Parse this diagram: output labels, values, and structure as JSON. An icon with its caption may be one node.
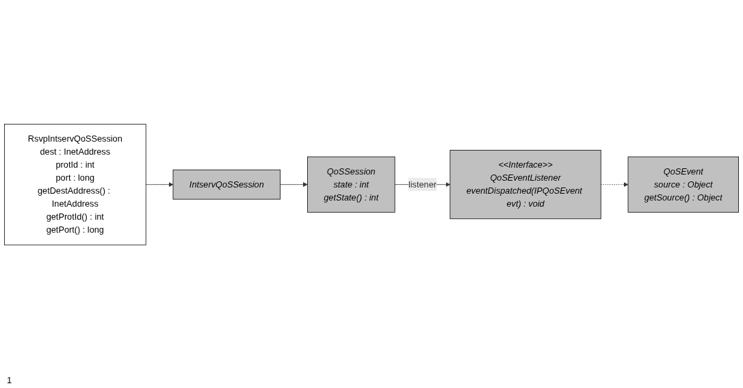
{
  "diagram": {
    "nodes": [
      {
        "text": [
          "QoSSession",
          "state : int",
          "getState() : int"
        ]
      },
      {
        "text": [
          "<<Interface>>",
          "QoSEventListener",
          "eventDispatched(IPQoSEvent evt) : void"
        ]
      },
      {
        "text": [
          "QoSEvent",
          "source : Object",
          "getSource() : Object"
        ]
      },
      {
        "text": [
          "IntservQoSSession"
        ]
      },
      {
        "text": [
          "RsvpIntservQoSSession",
          "dest : InetAddress",
          "protId : int",
          "port : long",
          "getDestAddress() : InetAddress",
          "getProtId() : int",
          "getPort() : long"
        ]
      }
    ],
    "edges": [
      {
        "from": 0,
        "to": 1,
        "arrow": "to",
        "label": "listener"
      },
      {
        "from": 1,
        "to": 2,
        "arrow": "to",
        "style": "dashed"
      },
      {
        "from": 3,
        "to": 0,
        "arrow": "to"
      },
      {
        "from": 4,
        "to": 3,
        "arrow": "to"
      }
    ],
    "labels": [
      "1"
    ]
  }
}
